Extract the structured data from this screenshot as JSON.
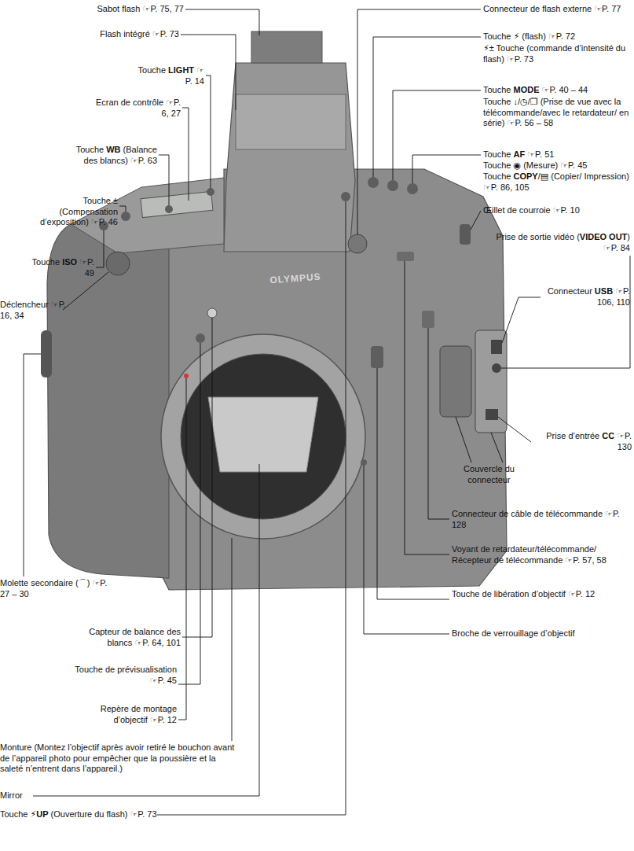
{
  "diagram": {
    "labels": [
      "Sabot flash ☞P. 75, 77",
      "Flash intégré ☞P. 73",
      "Touche LIGHT ☞P. 14",
      "Ecran de contrôle ☞P. 6, 27",
      "Touche WB (Balance des blancs) ☞P. 63",
      "Touche ± (Compensation d’exposition) ☞P. 46",
      "Touche ISO ☞P. 49",
      "Déclencheur ☞P. 16, 34",
      "Molette secondaire (⌒) ☞P. 27 – 30",
      "Capteur de balance des blancs ☞P. 64, 101",
      "Touche de prévisualisation ☞P. 45",
      "Repère de montage d’objectif ☞P. 12",
      "Monture (Montez l’objectif après avoir retiré le bouchon avant de l’appareil photo pour empêcher que la poussière et la saleté n’entrent dans l’appareil.)",
      "Mirror",
      "Touche ⚡UP (Ouverture du flash) ☞P. 73",
      "Connecteur de flash externe ☞P. 77",
      "Touche ⚡ (flash) ☞P. 72",
      "⚡± Touche (commande d’intensité du flash) ☞P. 73",
      "Touche MODE ☞P. 40 – 44",
      "Touche ↓/◷/❐ (Prise de vue avec la télécommande/avec le retardateur/ en série) ☞P. 56 – 58",
      "Touche AF ☞P. 51",
      "Touche ◉ (Mesure) ☞P. 45",
      "Touche COPY/▤ (Copier/ Impression) ☞P. 86, 105",
      "Œillet de courroie ☞P. 10",
      "Prise de sortie vidéo (VIDEO OUT) ☞P. 84",
      "Connecteur USB ☞P. 106, 110",
      "Prise d’entrée CC ☞P. 130",
      "Couvercle du connecteur",
      "Connecteur de câble de télécommande ☞P. 128",
      "Voyant de retardateur/télécommande/ Récepteur de télécommande ☞P. 57, 58",
      "Touche de libération d’objectif ☞P. 12",
      "Broche de verrouillage d’objectif",
      "OLYMPUS"
    ]
  }
}
